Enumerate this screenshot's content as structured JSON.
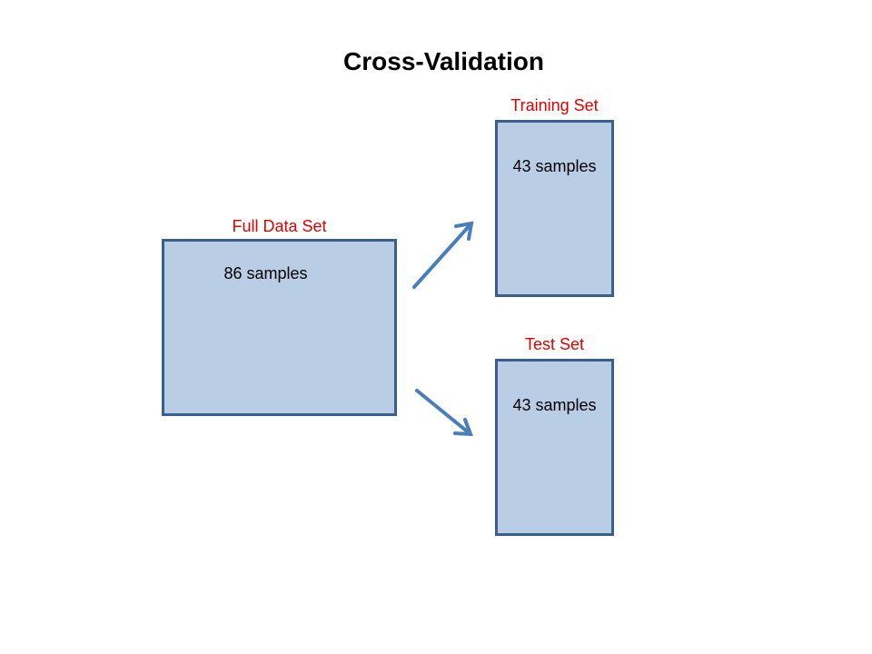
{
  "title": "Cross-Validation",
  "full_set": {
    "label": "Full Data Set",
    "text": "86 samples"
  },
  "training_set": {
    "label": "Training Set",
    "text": "43 samples"
  },
  "test_set": {
    "label": "Test Set",
    "text": "43 samples"
  },
  "colors": {
    "box_fill": "#b9cde5",
    "box_border": "#3a5f8f",
    "label": "#e00000",
    "arrow": "#4a7ebb"
  }
}
